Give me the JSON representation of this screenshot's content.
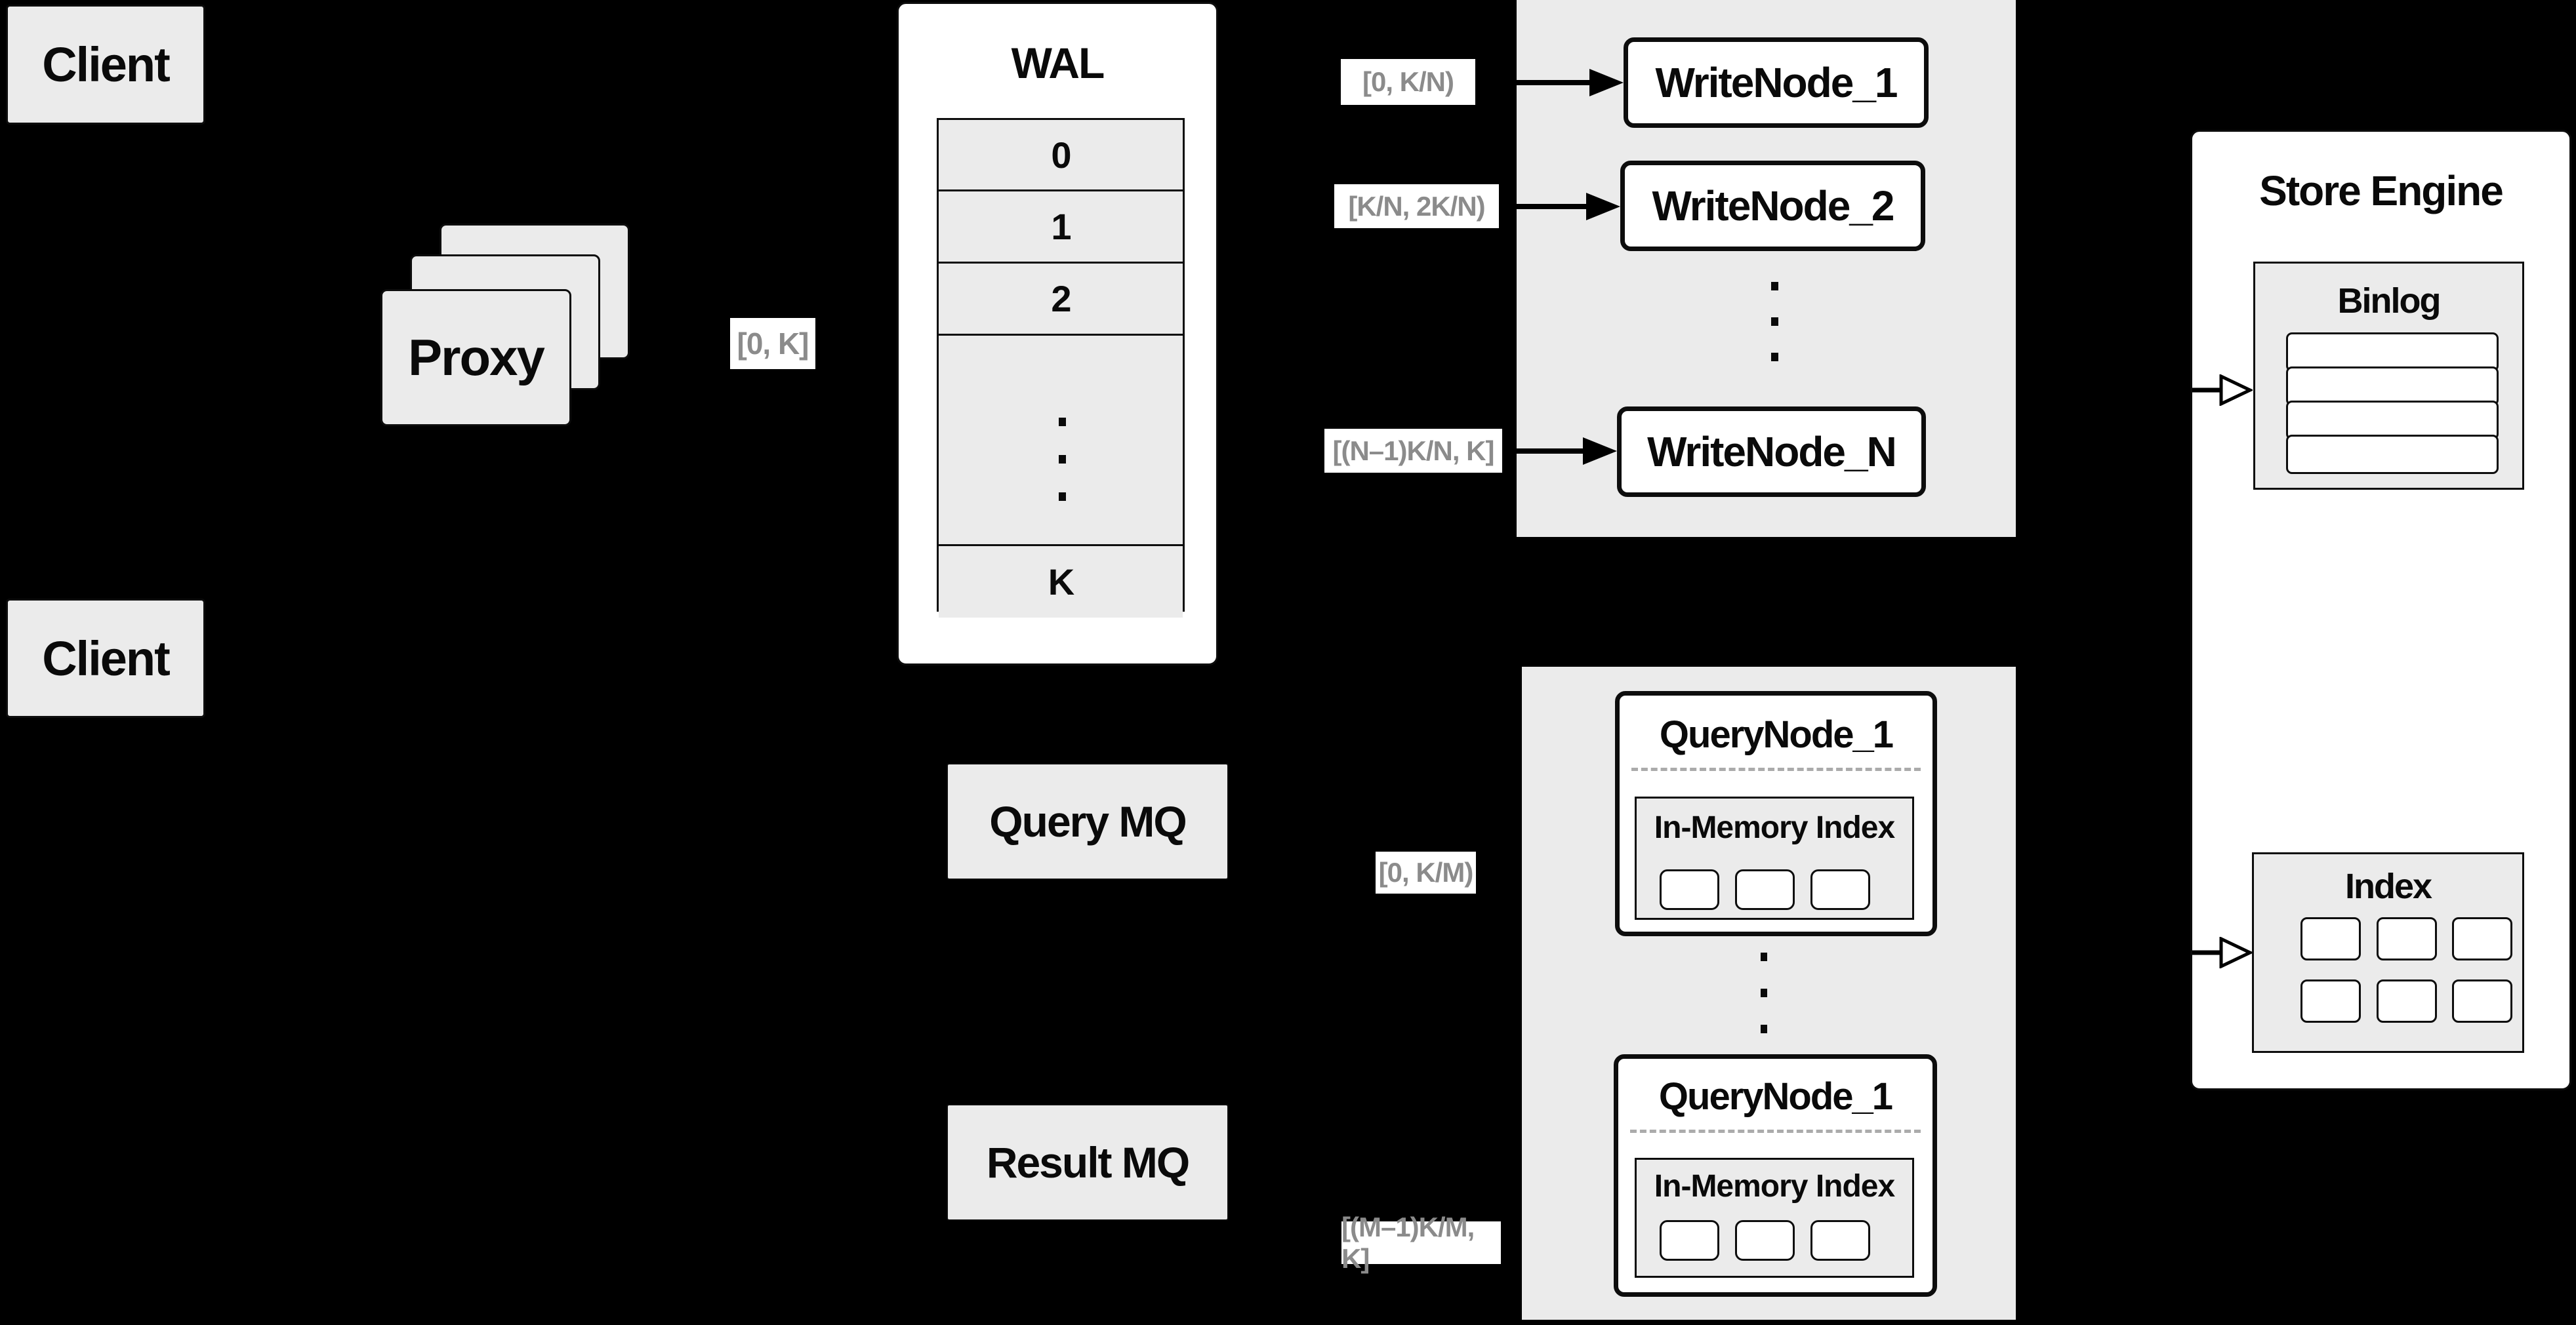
{
  "colors": {
    "background": "#000000",
    "box_gray": "#ebebeb",
    "box_white": "#ffffff",
    "border": "#0d0d0d",
    "label_text": "#8b8b8b"
  },
  "clients": {
    "top": "Client",
    "bottom": "Client"
  },
  "proxy": {
    "label": "Proxy"
  },
  "range_labels": {
    "proxy_to_wal": "[0, K]",
    "to_writenode_1": "[0, K/N)",
    "to_writenode_2": "[K/N, 2K/N)",
    "to_writenode_n": "[(N–1)K/N, K]",
    "to_querynode_1": "[0, K/M)",
    "to_querynode_m": "[(M–1)K/M, K]"
  },
  "wal": {
    "title": "WAL",
    "row0": "0",
    "row1": "1",
    "row2": "2",
    "row_k": "K"
  },
  "write_nodes": {
    "n1": "WriteNode_1",
    "n2": "WriteNode_2",
    "nn": "WriteNode_N"
  },
  "store_engine": {
    "title": "Store Engine",
    "binlog_title": "Binlog",
    "index_title": "Index"
  },
  "mq": {
    "query": "Query MQ",
    "result": "Result MQ"
  },
  "query_nodes": {
    "n1_title": "QueryNode_1",
    "n2_title": "QueryNode_1",
    "inner_title_1": "In-Memory Index",
    "inner_title_2": "In-Memory Index"
  }
}
